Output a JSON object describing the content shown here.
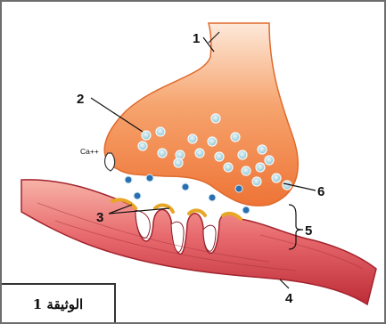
{
  "diagram": {
    "labels": {
      "l1": "1",
      "l2": "2",
      "l3": "3",
      "l4": "4",
      "l5": "5",
      "l6": "6",
      "calcium": "Ca++"
    },
    "caption": "الوثيقة 1"
  },
  "colors": {
    "terminal_light": "#fce2cf",
    "terminal_dark": "#f07b3c",
    "muscle_light": "#f08a85",
    "muscle_dark": "#c03038",
    "vesicle_fill": "#9fcfd9",
    "vesicle_stroke": "#e9f6fa",
    "released_transmitter": "#2a6fb0",
    "receptor_zone": "#e7a626"
  }
}
